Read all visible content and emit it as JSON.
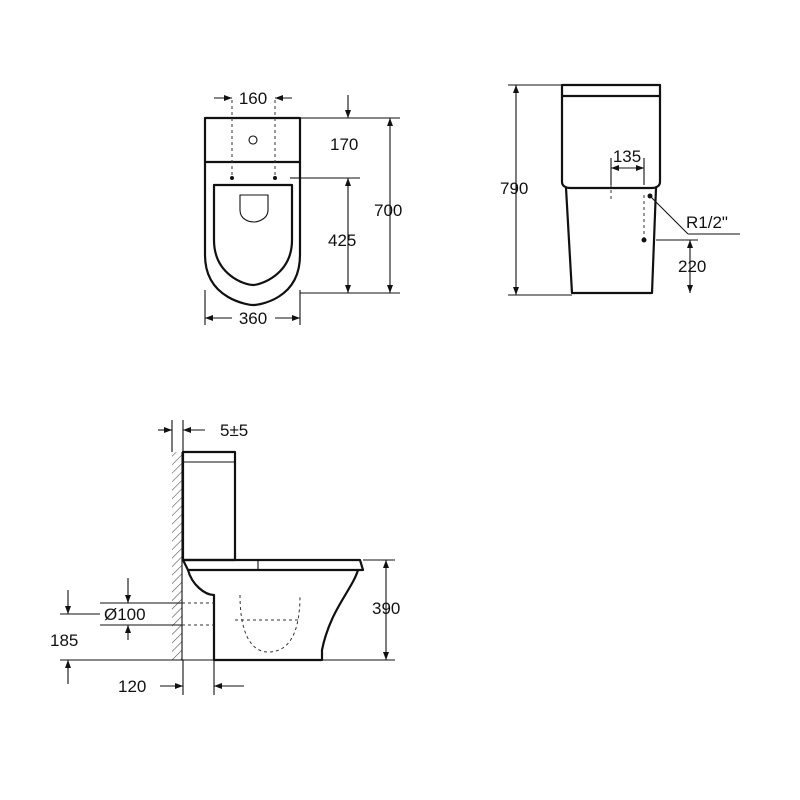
{
  "top_view": {
    "dim_inlet_spacing": "160",
    "dim_tank_depth": "170",
    "dim_bowl_length": "425",
    "dim_total_depth": "700",
    "dim_width": "360"
  },
  "side_view": {
    "dim_total_height": "790",
    "dim_inlet_offset": "135",
    "dim_inlet_thread": "R1/2\"",
    "dim_inlet_height": "220"
  },
  "profile_view": {
    "dim_wall_gap": "5±5",
    "dim_outlet_diameter": "Ø100",
    "dim_outlet_height": "185",
    "dim_seat_height": "390",
    "dim_outlet_distance": "120"
  }
}
